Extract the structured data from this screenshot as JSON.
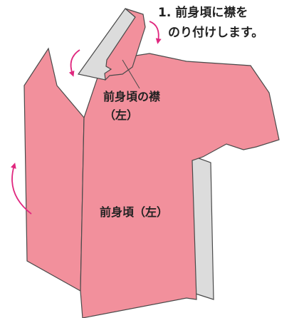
{
  "instruction": {
    "line1": "1. 前身頃に襟を",
    "line2": "のり付けします。"
  },
  "labels": {
    "collar_line1": "前身頃の襟",
    "collar_line2": "（左）",
    "body": "前身頃（左）"
  },
  "colors": {
    "garment_fill": "#f2909c",
    "fold_fill": "#dcdcdc",
    "outline": "#4a4a4a",
    "arrow": "#e0287f"
  }
}
